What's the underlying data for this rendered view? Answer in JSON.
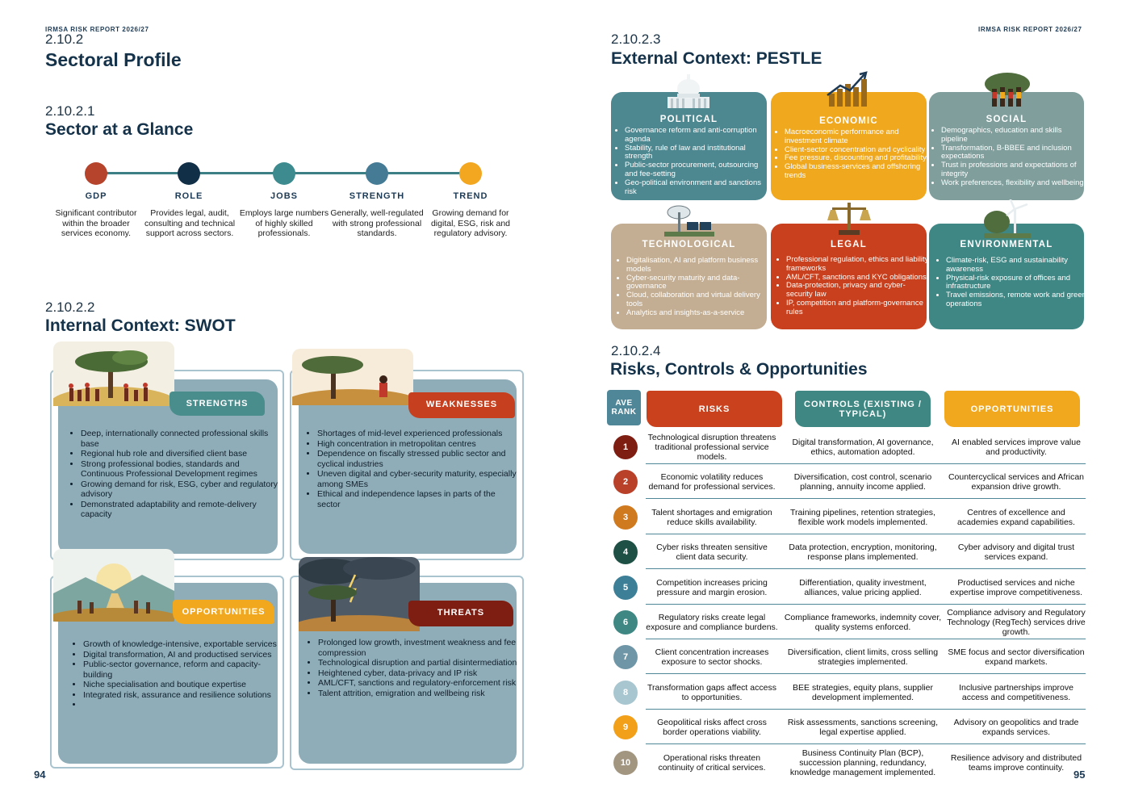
{
  "left_page": {
    "header_tag": "IRMSA RISK REPORT 2026/27",
    "section_num": "2.10.2",
    "section_title": "Sectoral Profile",
    "glance": {
      "num": "2.10.2.1",
      "title": "Sector at a Glance",
      "items": [
        {
          "label": "GDP",
          "desc": "Significant contributor within the broader services economy.",
          "color": "#b6432c"
        },
        {
          "label": "ROLE",
          "desc": "Provides legal, audit, consulting and technical support across sectors.",
          "color": "#112f47"
        },
        {
          "label": "JOBS",
          "desc": "Employs large numbers of highly skilled professionals.",
          "color": "#3d8b8e"
        },
        {
          "label": "STRENGTH",
          "desc": "Generally, well-regulated with strong professional standards.",
          "color": "#467b95"
        },
        {
          "label": "TREND",
          "desc": "Growing demand for digital, ESG, risk and regulatory advisory.",
          "color": "#f3a620"
        }
      ]
    },
    "swot": {
      "num": "2.10.2.2",
      "title": "Internal Context: SWOT",
      "strengths": {
        "label": "STRENGTHS",
        "items": [
          "Deep, internationally connected professional skills base",
          "Regional hub role and diversified client base",
          "Strong professional bodies, standards and Continuous Professional Development regimes",
          "Growing demand for risk, ESG, cyber and regulatory advisory",
          "Demonstrated adaptability and remote-delivery capacity"
        ]
      },
      "weaknesses": {
        "label": "WEAKNESSES",
        "items": [
          "Shortages of mid-level experienced professionals",
          "High concentration in metropolitan centres",
          "Dependence on fiscally stressed public sector and cyclical industries",
          "Uneven digital and cyber-security maturity, especially among SMEs",
          "Ethical and independence lapses in parts of the sector"
        ]
      },
      "opportunities": {
        "label": "OPPORTUNITIES",
        "items": [
          "Growth of knowledge-intensive, exportable services",
          "Digital transformation, AI and productised services",
          "Public-sector governance, reform and capacity-building",
          "Niche specialisation and boutique expertise",
          "Integrated risk, assurance and resilience solutions",
          ""
        ]
      },
      "threats": {
        "label": "THREATS",
        "items": [
          "Prolonged low growth, investment weakness and fee compression",
          "Technological disruption and partial disintermediation",
          "Heightened cyber, data-privacy and IP risk",
          "AML/CFT, sanctions and regulatory-enforcement risk",
          "Talent attrition, emigration and wellbeing risk"
        ]
      }
    },
    "page_number": "94"
  },
  "right_page": {
    "header_tag": "IRMSA RISK REPORT 2026/27",
    "pestle": {
      "num": "2.10.2.3",
      "title": "External Context: PESTLE",
      "cards": [
        {
          "label": "POLITICAL",
          "color": "#4d8790",
          "icon": "capitol-building-icon",
          "items": [
            "Governance reform and anti-corruption agenda",
            "Stability, rule of law and institutional strength",
            "Public-sector procurement, outsourcing and fee-setting",
            "Geo-political environment and sanctions risk"
          ]
        },
        {
          "label": "ECONOMIC",
          "color": "#f0a81e",
          "icon": "growth-chart-icon",
          "items": [
            "Macroeconomic performance and investment climate",
            "Client-sector concentration and cyclicality",
            "Fee pressure, discounting and profitability",
            "Global business-services and offshoring trends"
          ]
        },
        {
          "label": "SOCIAL",
          "color": "#7f9e9c",
          "icon": "people-group-icon",
          "items": [
            "Demographics, education and skills pipeline",
            "Transformation, B-BBEE and inclusion expectations",
            "Trust in professions and expectations of integrity",
            "Work preferences, flexibility and wellbeing"
          ]
        },
        {
          "label": "TECHNOLOGICAL",
          "color": "#c3ae93",
          "icon": "satellite-solar-icon",
          "items": [
            "Digitalisation, AI and platform business models",
            "Cyber-security maturity and data-governance",
            "Cloud, collaboration and virtual delivery tools",
            "Analytics and insights-as-a-service"
          ]
        },
        {
          "label": "LEGAL",
          "color": "#c8401d",
          "icon": "justice-scales-icon",
          "items": [
            "Professional regulation, ethics and liability frameworks",
            "AML/CFT, sanctions and KYC obligations",
            "Data-protection, privacy and cyber-security law",
            "IP, competition and platform-governance rules"
          ]
        },
        {
          "label": "ENVIRONMENTAL",
          "color": "#3f8784",
          "icon": "wind-turbine-icon",
          "items": [
            "Climate-risk, ESG and sustainability awareness",
            "Physical-risk exposure of offices and infrastructure",
            "Travel emissions, remote work and green-operations"
          ]
        }
      ]
    },
    "risks": {
      "num": "2.10.2.4",
      "title": "Risks, Controls & Opportunities",
      "headers": {
        "rank": "AVE RANK",
        "risks": "RISKS",
        "controls": "CONTROLS (EXISTING / TYPICAL)",
        "opportunities": "OPPORTUNITIES"
      },
      "header_colors": {
        "rank": "#4f8799",
        "risks": "#c9421d",
        "controls": "#3e8782",
        "opportunities": "#f1a81f"
      },
      "rows": [
        {
          "rank": "1",
          "color": "#7e1e13",
          "risk": "Technological disruption threatens traditional professional service models.",
          "control": "Digital transformation, AI governance, ethics, automation adopted.",
          "opportunity": "AI enabled services improve value and productivity."
        },
        {
          "rank": "2",
          "color": "#b9412a",
          "risk": "Economic volatility reduces demand for professional services.",
          "control": "Diversification, cost control, scenario planning, annuity income applied.",
          "opportunity": "Countercyclical services and African expansion drive growth."
        },
        {
          "rank": "3",
          "color": "#d07a1f",
          "risk": "Talent shortages and emigration reduce skills availability.",
          "control": "Training pipelines, retention strategies, flexible work models implemented.",
          "opportunity": "Centres of excellence and academies expand capabilities."
        },
        {
          "rank": "4",
          "color": "#1f5045",
          "risk": "Cyber risks threaten sensitive client data security.",
          "control": "Data protection, encryption, monitoring, response plans implemented.",
          "opportunity": "Cyber advisory and digital trust services expand."
        },
        {
          "rank": "5",
          "color": "#3d7f96",
          "risk": "Competition increases pricing pressure and margin erosion.",
          "control": "Differentiation, quality investment, alliances, value pricing applied.",
          "opportunity": "Productised services and niche expertise improve competitiveness."
        },
        {
          "rank": "6",
          "color": "#3e8782",
          "risk": "Regulatory risks create legal exposure and compliance burdens.",
          "control": "Compliance frameworks, indemnity cover, quality systems enforced.",
          "opportunity": "Compliance advisory and Regulatory Technology (RegTech) services drive growth."
        },
        {
          "rank": "7",
          "color": "#6f96a6",
          "risk": "Client concentration increases exposure to sector shocks.",
          "control": "Diversification, client limits, cross selling strategies implemented.",
          "opportunity": "SME focus and sector diversification expand markets."
        },
        {
          "rank": "8",
          "color": "#a8c6d0",
          "risk": "Transformation gaps affect access to opportunities.",
          "control": "BEE strategies, equity plans, supplier development implemented.",
          "opportunity": "Inclusive partnerships improve access and competitiveness."
        },
        {
          "rank": "9",
          "color": "#f2a01a",
          "risk": "Geopolitical risks affect cross border operations viability.",
          "control": "Risk assessments, sanctions screening, legal expertise applied.",
          "opportunity": "Advisory on geopolitics and trade expands services."
        },
        {
          "rank": "10",
          "color": "#a39680",
          "risk": "Operational risks threaten continuity of critical services.",
          "control": "Business Continuity Plan (BCP), succession planning, redundancy, knowledge management implemented.",
          "opportunity": "Resilience advisory and distributed teams improve continuity."
        }
      ]
    },
    "page_number": "95"
  }
}
